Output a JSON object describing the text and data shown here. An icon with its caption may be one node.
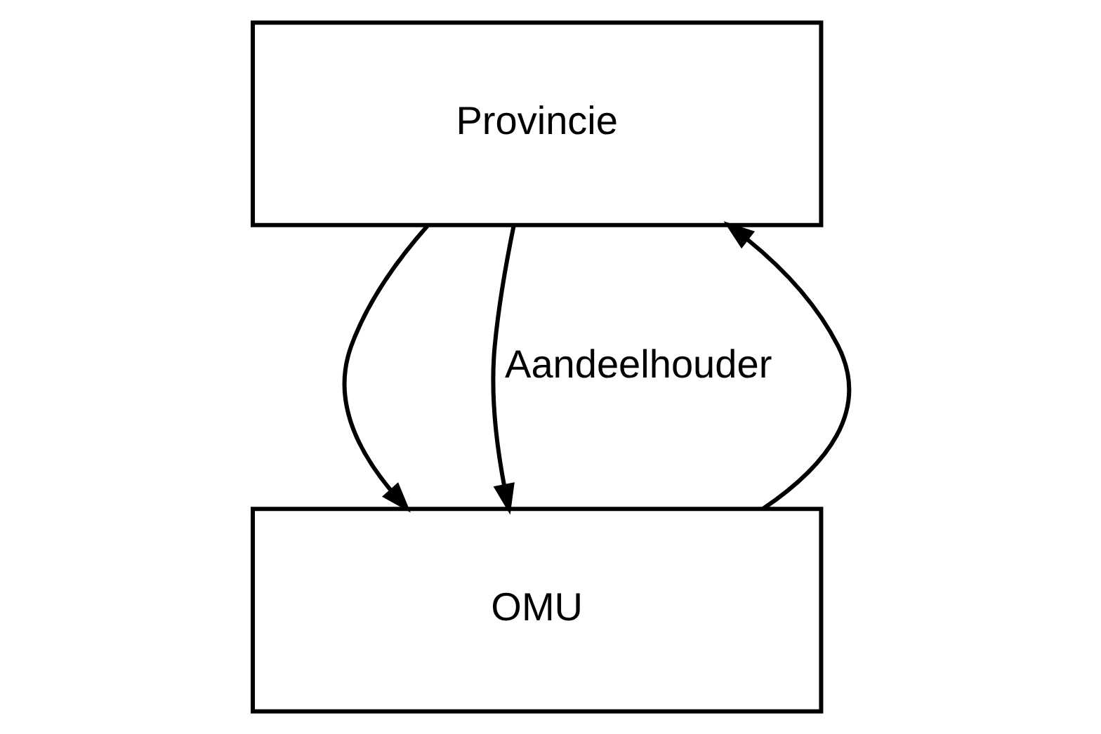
{
  "diagram": {
    "nodes": [
      {
        "text": [
          "Provincie"
        ]
      },
      {
        "text": [
          "OMU"
        ]
      }
    ],
    "edges": [
      {
        "from": 0,
        "to": 1,
        "arrow": "to"
      },
      {
        "from": 1,
        "to": 0,
        "arrow": "to"
      },
      {
        "from": 0,
        "to": 1,
        "arrow": "to",
        "label": "Aandeelhouder"
      }
    ]
  }
}
